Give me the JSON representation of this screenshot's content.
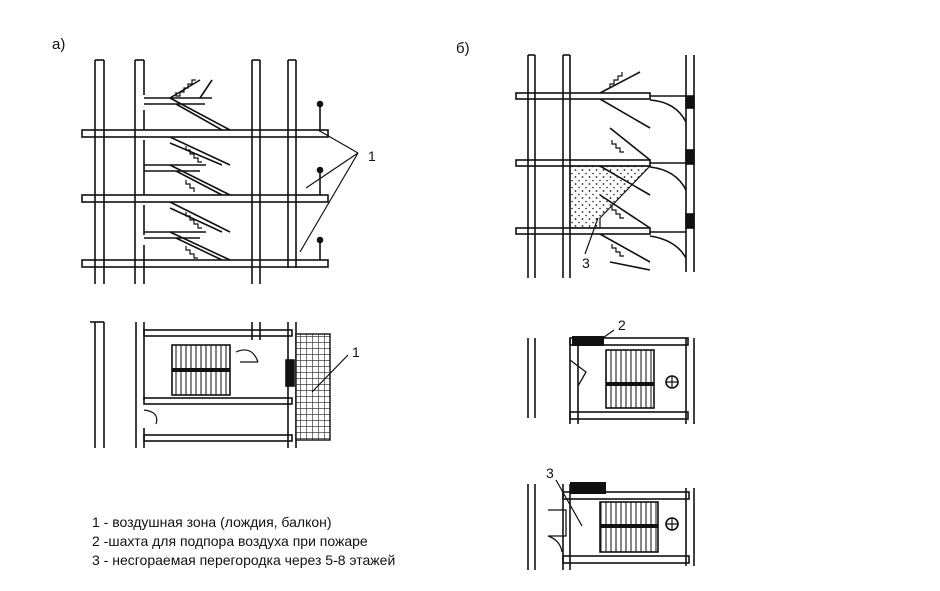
{
  "panels": {
    "a": {
      "label": "а)"
    },
    "b": {
      "label": "б)"
    }
  },
  "callouts": {
    "a_section": "1",
    "a_plan": "1",
    "b_section": "3",
    "b_plan_top": "2",
    "b_plan_bottom": "3"
  },
  "legend": {
    "items": [
      "1 - воздушная зона (лождия, балкон)",
      "2 -шахта для подпора воздуха при пожаре",
      "3 - несгораемая перегородка через 5-8 этажей"
    ]
  }
}
